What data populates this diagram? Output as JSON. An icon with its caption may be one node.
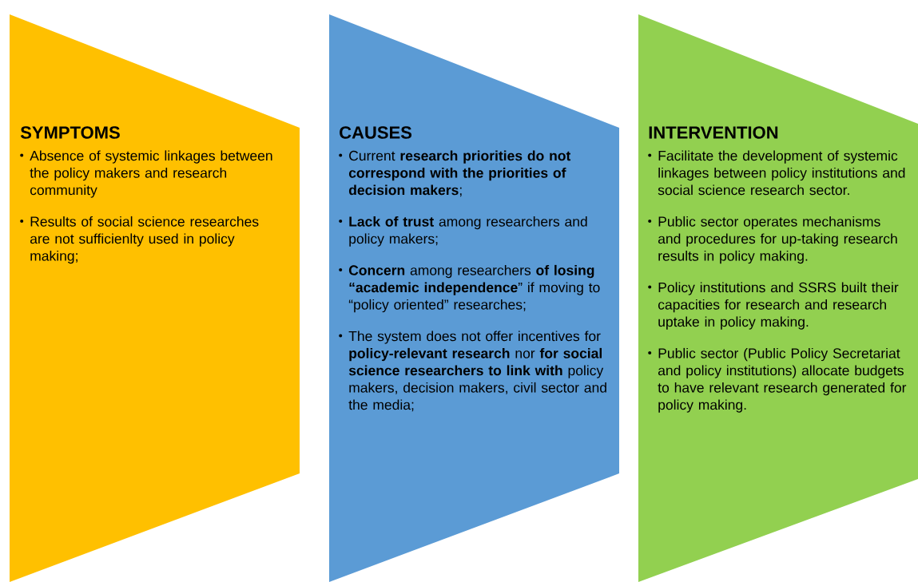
{
  "diagram": {
    "nodes": [
      {
        "text": [
          "SYMPTOMS",
          "Absence of systemic linkages between the policy makers and research community",
          "Results of social science researches are not sufficienlty used in policy making;"
        ]
      },
      {
        "text": [
          "CAUSES",
          "Current **research priorities do not correspond with the priorities of decision makers**;",
          "**Lack of trust** among researchers and policy makers;",
          "**Concern** among researchers **of losing “academic independence**” if moving to “policy oriented” researches;",
          "The system does not offer incentives for **policy-relevant research** nor **for social science researchers to link with** policy makers, decision makers, civil sector and the media;"
        ]
      },
      {
        "text": [
          "INTERVENTION",
          "Facilitate the development of systemic linkages between policy institutions and social science research sector.",
          "Public sector operates mechanisms and procedures for up-taking research results in policy making.",
          "Policy institutions and SSRS built their capacities for research and research uptake in policy making.",
          "Public sector (Public Policy Secretariat and policy institutions) allocate budgets to have relevant research generated for policy making."
        ]
      }
    ]
  }
}
